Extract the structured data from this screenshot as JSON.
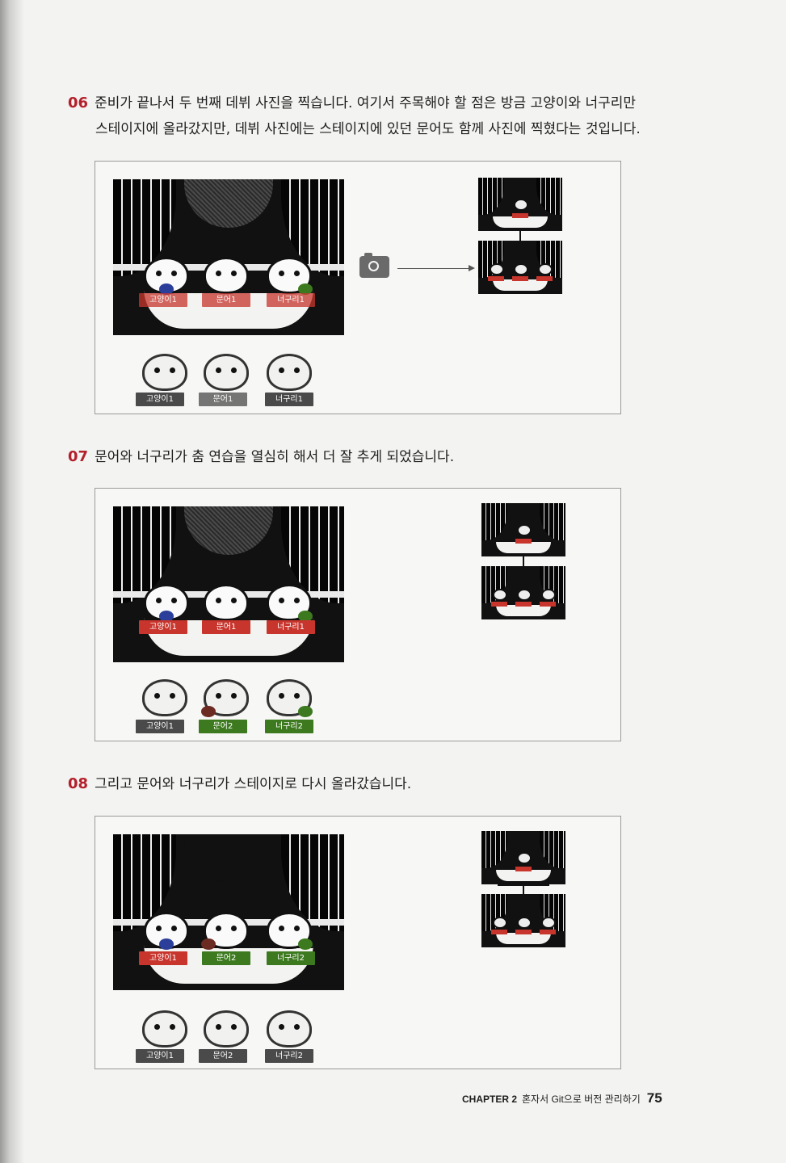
{
  "steps": [
    {
      "number": "06",
      "line1": "준비가 끝나서 두 번째 데뷔 사진을 찍습니다. 여기서 주목해야 할 점은 방금 고양이와 너구리만",
      "line2": "스테이지에 올라갔지만, 데뷔 사진에는 스테이지에 있던 문어도 함께 사진에 찍혔다는 것입니다."
    },
    {
      "number": "07",
      "line1": "문어와 너구리가 춤 연습을 열심히 해서 더 잘 추게 되었습니다."
    },
    {
      "number": "08",
      "line1": "그리고 문어와 너구리가 스테이지로 다시 올라갔습니다."
    }
  ],
  "figures": [
    {
      "stage_tags": [
        "고양이1",
        "문어1",
        "너구리1"
      ],
      "below_tags": [
        "고양이1",
        "문어1",
        "너구리1"
      ],
      "has_camera": true
    },
    {
      "stage_tags": [
        "고양이1",
        "문어1",
        "너구리1"
      ],
      "below_tags": [
        "고양이1",
        "문어2",
        "너구리2"
      ],
      "has_camera": false
    },
    {
      "stage_tags": [
        "고양이1",
        "문어2",
        "너구리2"
      ],
      "below_tags": [
        "고양이1",
        "문어2",
        "너구리2"
      ],
      "has_camera": false
    }
  ],
  "colors": {
    "step_number": "#b3202b",
    "tag_red": "#c8352d",
    "tag_green": "#3d7a1f",
    "tag_gray": "#4a4a4a"
  },
  "icons": [
    "camera-icon",
    "arrow-right-icon"
  ],
  "footer": {
    "chapter": "CHAPTER 2",
    "title": "혼자서 Git으로 버전 관리하기",
    "page_number": "75"
  }
}
